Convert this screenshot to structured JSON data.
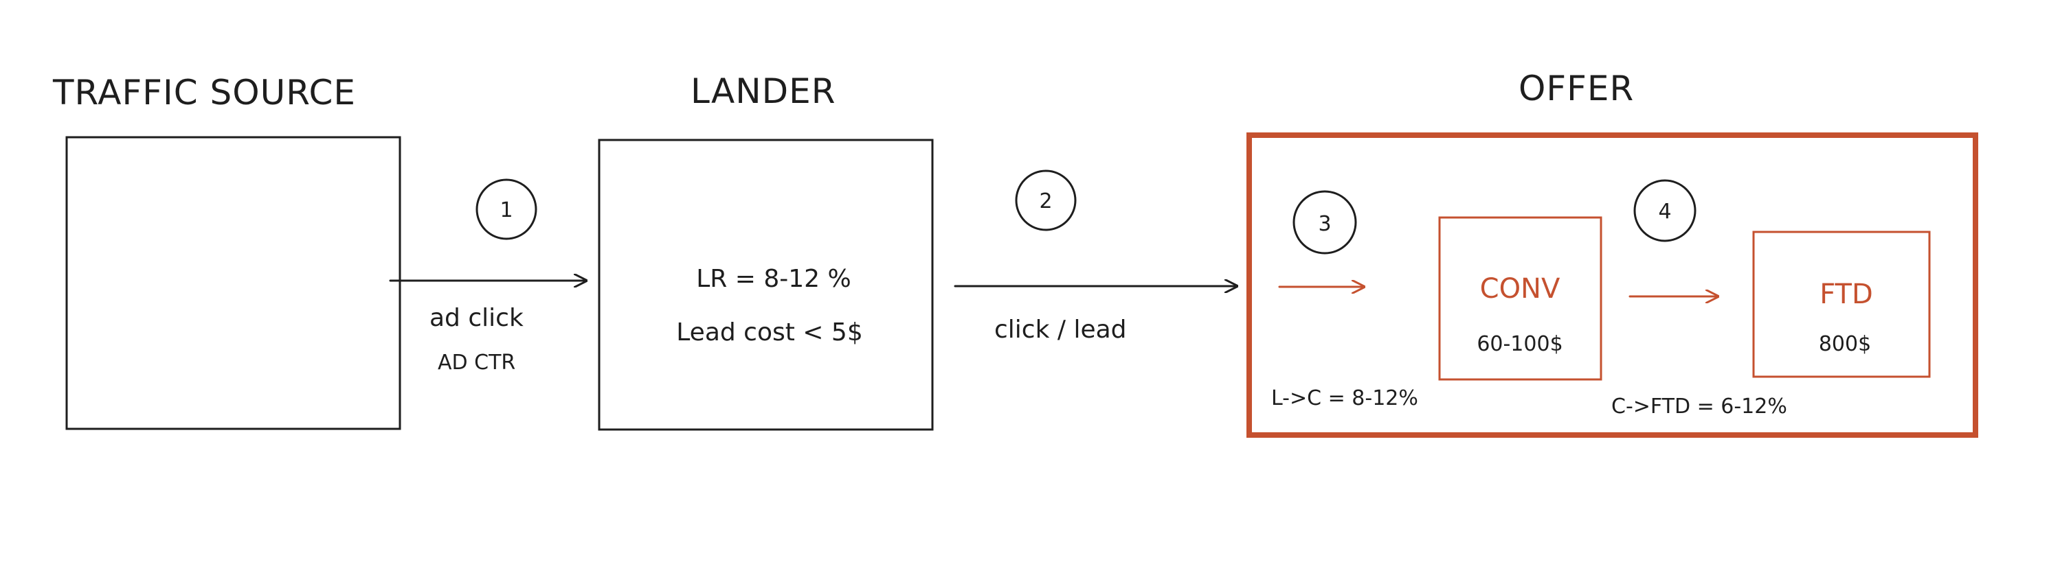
{
  "colors": {
    "ink": "#1e1e1e",
    "accent": "#c5512f",
    "background": "#ffffff"
  },
  "stages": {
    "traffic_source": {
      "title": "TRAFFIC SOURCE"
    },
    "lander": {
      "title": "LANDER",
      "line1": "LR = 8-12 %",
      "line2": "Lead cost < 5$"
    },
    "offer": {
      "title": "OFFER",
      "conv": {
        "title": "CONV",
        "price": "60-100$"
      },
      "ftd": {
        "title": "FTD",
        "price": "800$"
      },
      "l_to_c": "L->C = 8-12%",
      "c_to_ftd": "C->FTD = 6-12%"
    }
  },
  "steps": [
    {
      "number": "1",
      "label": "ad click",
      "sublabel": "AD CTR"
    },
    {
      "number": "2",
      "label": "click / lead"
    },
    {
      "number": "3"
    },
    {
      "number": "4"
    }
  ]
}
